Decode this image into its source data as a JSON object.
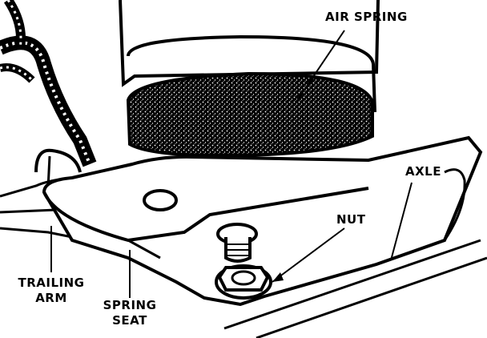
{
  "labels": {
    "air_spring": "AIR SPRING",
    "axle": "AXLE",
    "nut": "NUT",
    "trailing_arm": [
      "TRAILING",
      "ARM"
    ],
    "spring_seat": [
      "SPRING",
      "SEAT"
    ]
  },
  "colors": {
    "ink": "#000000",
    "paper": "#ffffff"
  }
}
